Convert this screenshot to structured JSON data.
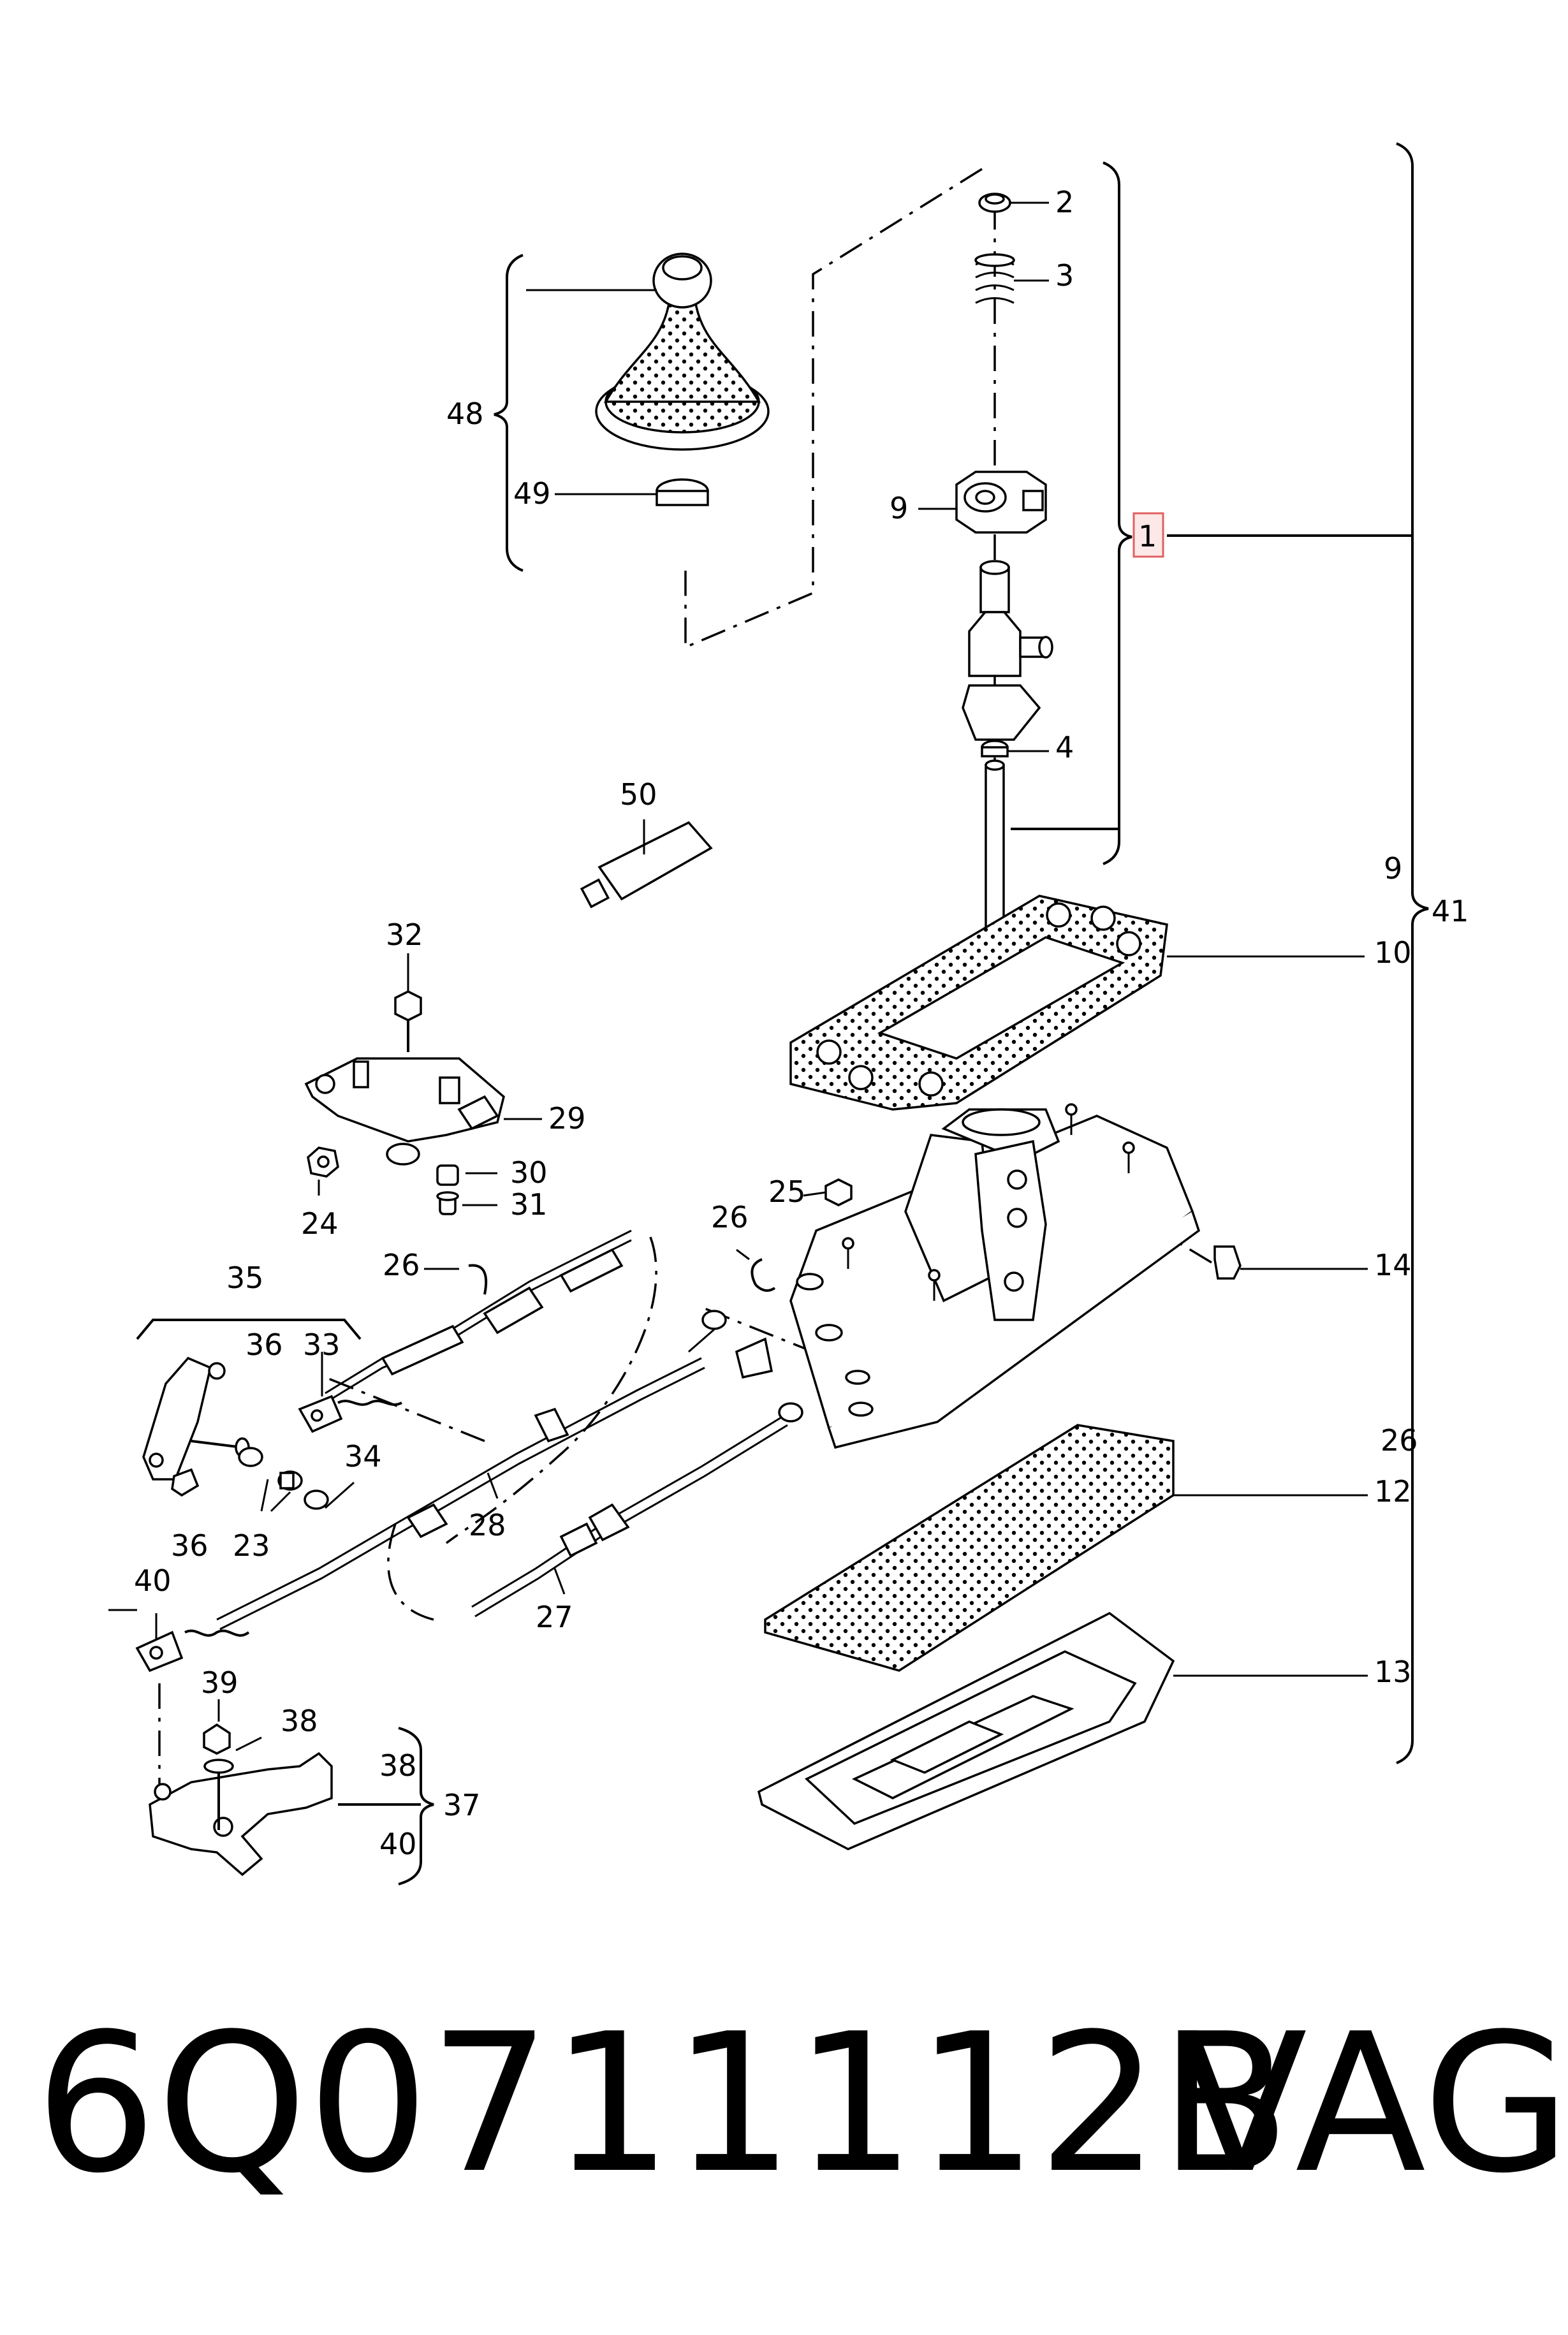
{
  "diagram": {
    "callouts": {
      "c1": "1",
      "c2": "2",
      "c3": "3",
      "c4": "4",
      "c9a": "9",
      "c9b": "9",
      "c10": "10",
      "c12": "12",
      "c13": "13",
      "c14": "14",
      "c23": "23",
      "c24": "24",
      "c25": "25",
      "c26a": "26",
      "c26b": "26",
      "c26c": "26",
      "c27": "27",
      "c28": "28",
      "c29": "29",
      "c30": "30",
      "c31": "31",
      "c32": "32",
      "c33": "33",
      "c34": "34",
      "c35": "35",
      "c36a": "36",
      "c36b": "36",
      "c37": "37",
      "c38a": "38",
      "c38b": "38",
      "c39": "39",
      "c40a": "40",
      "c40b": "40",
      "c41": "41",
      "c48": "48",
      "c49": "49",
      "c50": "50"
    }
  },
  "footer": {
    "part_number": "6Q0711112B",
    "brand": "VAG"
  },
  "colors": {
    "line": "#000000",
    "highlight_box_border": "#e06060",
    "highlight_box_fill": "#fde8e8"
  }
}
